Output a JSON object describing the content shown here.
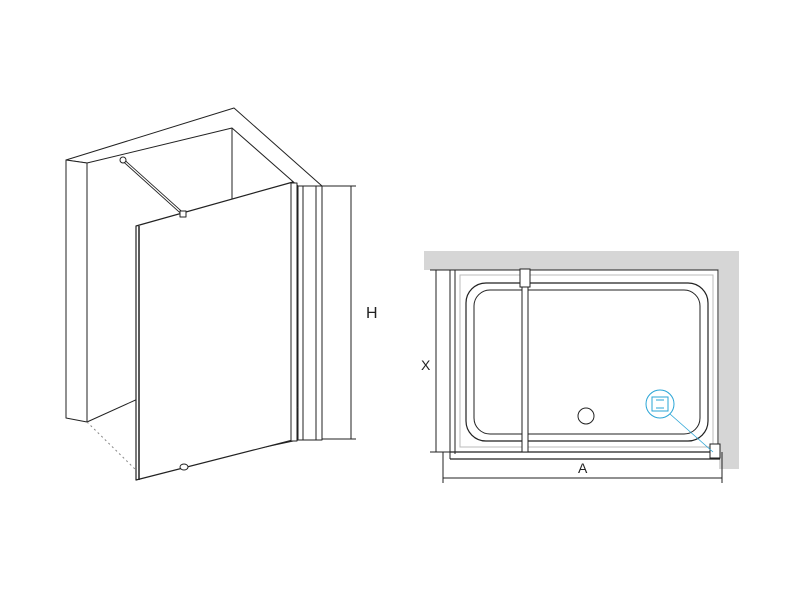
{
  "diagram": {
    "views": [
      {
        "name": "perspective-view",
        "dimension_labels": [
          "H"
        ]
      },
      {
        "name": "plan-view",
        "dimension_labels": [
          "X",
          "A"
        ]
      }
    ]
  },
  "labels": {
    "height": "H",
    "depth": "X",
    "width": "A"
  },
  "colors": {
    "line": "#222222",
    "wall_fill": "#d6d6d6",
    "detail_highlight": "#2aa5d6",
    "background": "#ffffff"
  }
}
